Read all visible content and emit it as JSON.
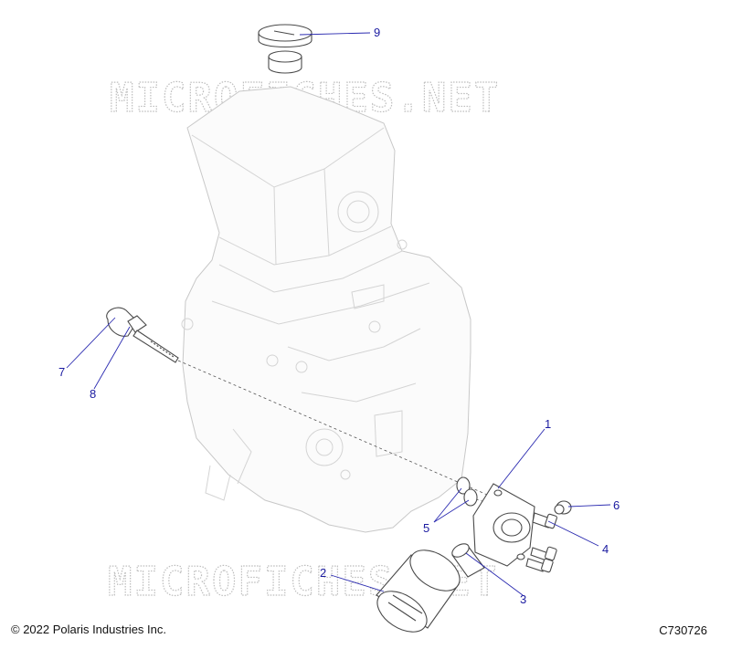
{
  "watermark": {
    "text": "MICROFICHES.NET"
  },
  "callouts": [
    "1",
    "2",
    "3",
    "4",
    "5",
    "6",
    "7",
    "8",
    "9"
  ],
  "footer": {
    "copyright": "© 2022 Polaris Industries Inc.",
    "drawing_id": "C730726"
  }
}
